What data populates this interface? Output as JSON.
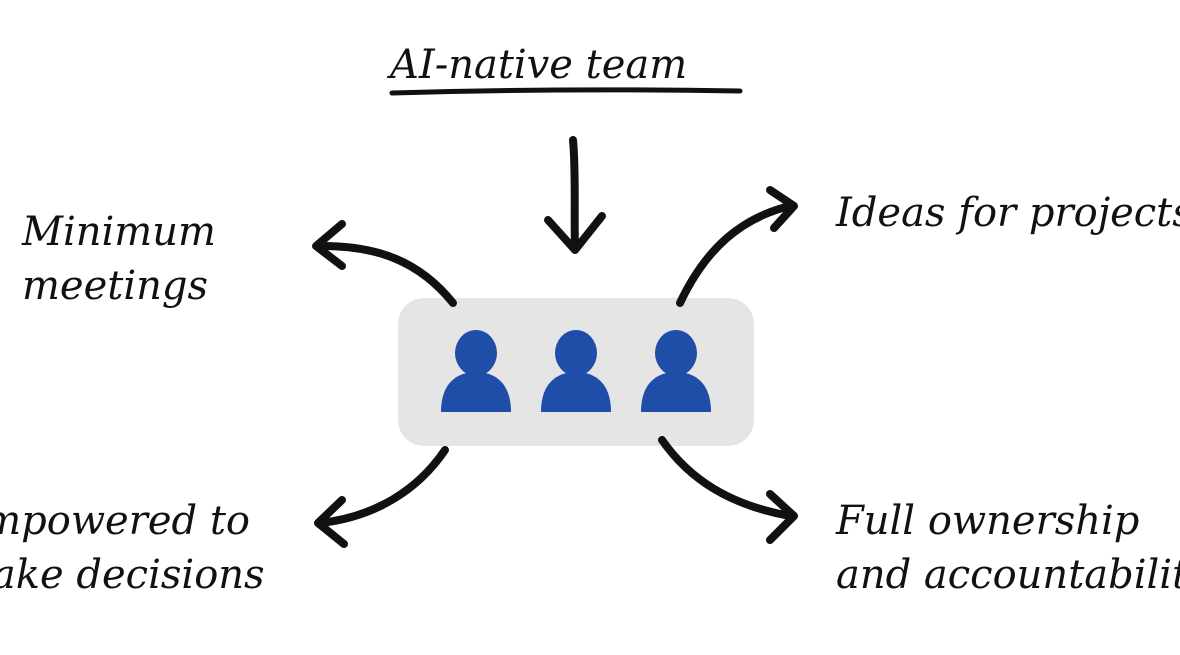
{
  "title": "AI-native team",
  "team_box": {
    "fill": "#e5e5e5",
    "person_color": "#1f4ea8",
    "person_count": 3
  },
  "branches": {
    "top_left": {
      "lines": [
        "Minimum",
        "meetings"
      ]
    },
    "top_right": {
      "lines": [
        "Ideas for projects"
      ]
    },
    "bottom_left": {
      "lines": [
        "Empowered to",
        "make decisions"
      ]
    },
    "bottom_right": {
      "lines": [
        "Full ownership",
        "and accountability"
      ]
    }
  },
  "stroke_color": "#111111"
}
